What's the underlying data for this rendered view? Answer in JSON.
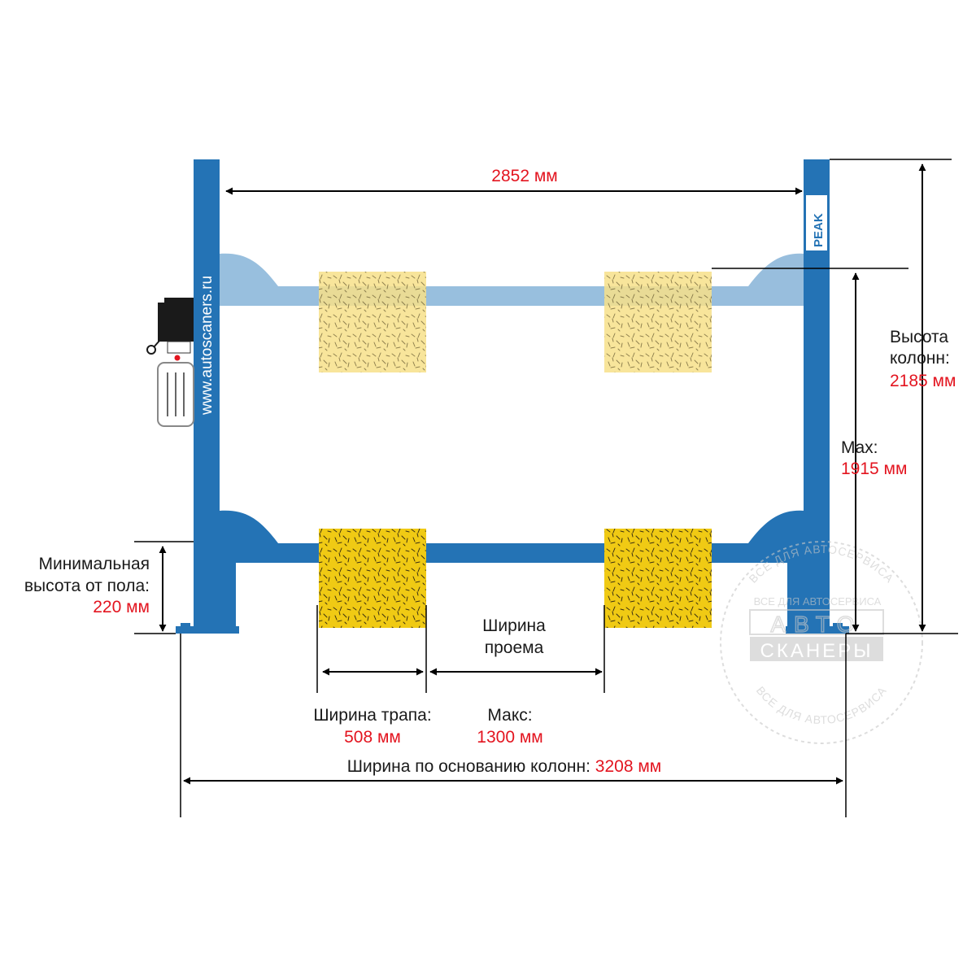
{
  "colors": {
    "column": "#2473b5",
    "raised_arm": "#8db8da",
    "pad": "#f0ca14",
    "pad_raised": "#f7e08a",
    "dim_line": "#000000",
    "value_red": "#e3141f",
    "watermark_gray": "#c8c8c8"
  },
  "brand": {
    "column_text": "www.autoscaners.ru",
    "column_logo": "PEAK"
  },
  "dims": {
    "top_width": "2852 мм",
    "column_height_label": "Высота колонн:",
    "column_height_value": "2185 мм",
    "max_height_label": "Max:",
    "max_height_value": "1915 мм",
    "min_height_label": "Минимальная высота от пола:",
    "min_height_value": "220 мм",
    "opening_label": "Ширина проема",
    "pad_width_label": "Ширина трапа:",
    "pad_width_value": "508 мм",
    "opening_max_label": "Макс:",
    "opening_max_value": "1300 мм",
    "base_width_label": "Ширина по основанию колонн:",
    "base_width_value": "3208 мм"
  },
  "watermark": {
    "ring_text": "ВСЕ ДЛЯ АВТОСЕРВИСА",
    "line1": "АВТО",
    "line2": "СКАНЕРЫ"
  }
}
